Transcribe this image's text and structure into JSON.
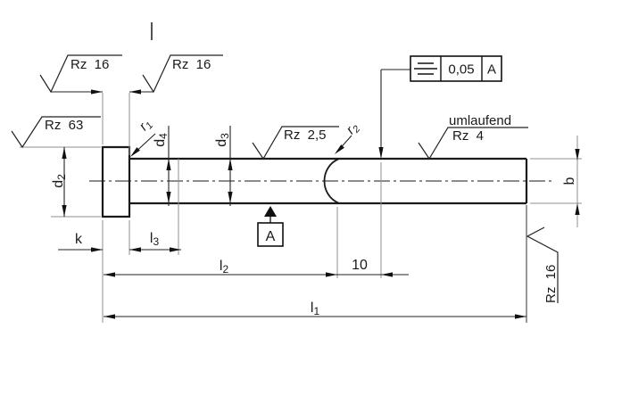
{
  "drawing": {
    "type": "technical-drawing-ejector-pin-side-view",
    "labels": {
      "d2": {
        "base": "d",
        "sub": "2"
      },
      "d3": {
        "base": "d",
        "sub": "3"
      },
      "d4": {
        "base": "d",
        "sub": "4"
      },
      "l1": {
        "base": "l",
        "sub": "1"
      },
      "l2": {
        "base": "l",
        "sub": "2"
      },
      "l3": {
        "base": "l",
        "sub": "3"
      },
      "r1": {
        "base": "r",
        "sub": "1"
      },
      "r2": {
        "base": "r",
        "sub": "2"
      },
      "k": "k",
      "b": "b",
      "ten": "10"
    },
    "roughness": {
      "rz16_top_left": "Rz  16",
      "rz16_top_right": "Rz  16",
      "rz63": "Rz  63",
      "rz25": "Rz  2,5",
      "umlaufend": "umlaufend",
      "rz4": "Rz  4",
      "rz16_end": "Rz  16"
    },
    "tolerance": {
      "symbol_icon": "symmetry-icon",
      "value": "0,05",
      "datum": "A"
    },
    "datum": {
      "label": "A"
    },
    "colors": {
      "outline": "#1a1a1a",
      "dimension": "#222222",
      "extension": "#8f8f8f",
      "background": "#ffffff"
    }
  }
}
